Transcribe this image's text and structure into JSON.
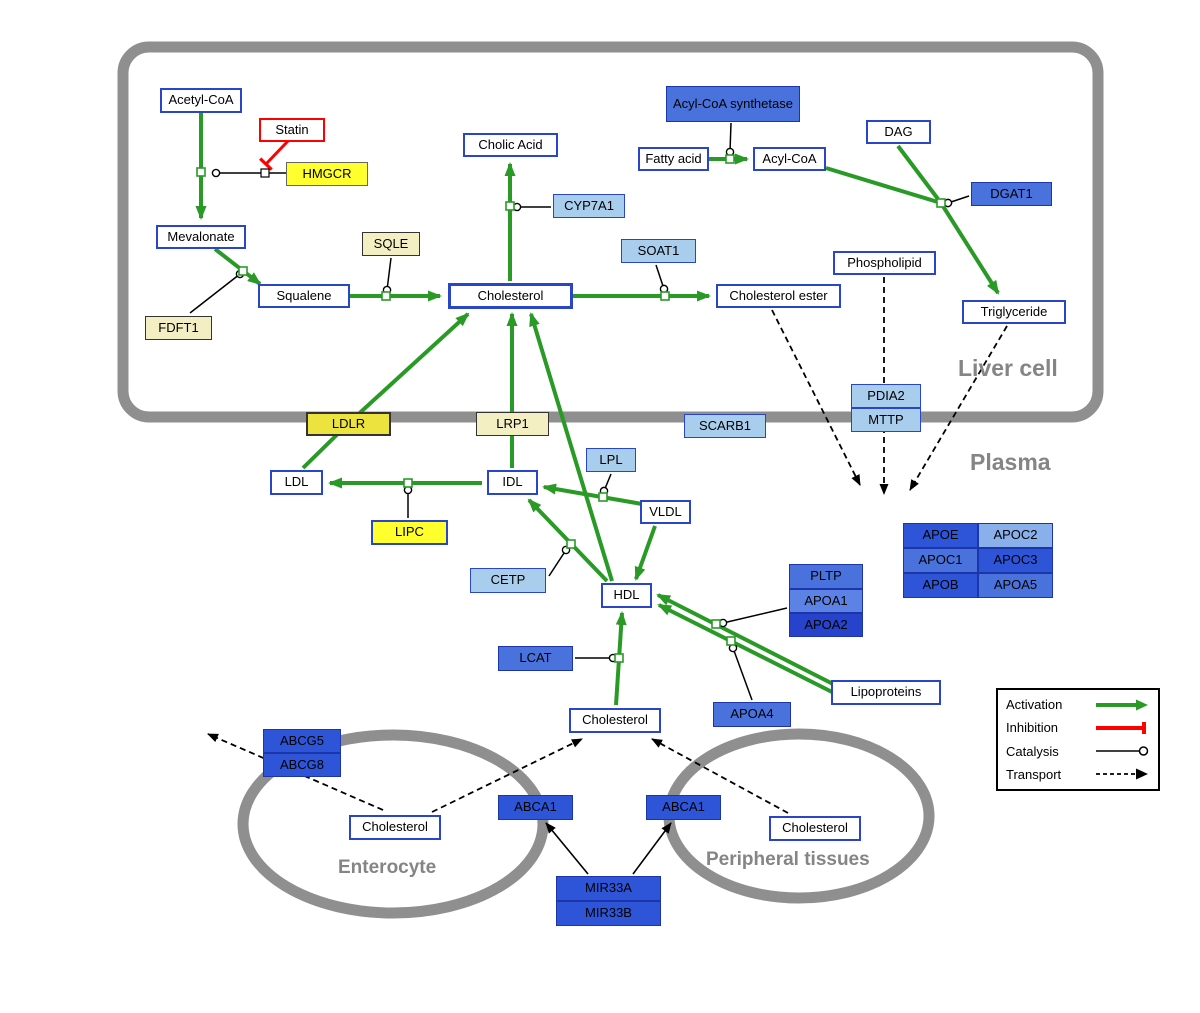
{
  "regions": {
    "liver_cell": "Liver cell",
    "plasma": "Plasma",
    "enterocyte": "Enterocyte",
    "peripheral_tissues": "Peripheral tissues"
  },
  "nodes": {
    "acetyl_coa": "Acetyl-CoA",
    "statin": "Statin",
    "hmgcr": "HMGCR",
    "mevalonate": "Mevalonate",
    "sqle": "SQLE",
    "squalene": "Squalene",
    "fdft1": "FDFT1",
    "cholesterol_liver": "Cholesterol",
    "cholic_acid": "Cholic Acid",
    "cyp7a1": "CYP7A1",
    "soat1": "SOAT1",
    "cholesterol_ester": "Cholesterol ester",
    "acyl_coa_synthetase": "Acyl-CoA synthetase",
    "fatty_acid": "Fatty acid",
    "acyl_coa": "Acyl-CoA",
    "dag": "DAG",
    "dgat1": "DGAT1",
    "phospholipid": "Phospholipid",
    "triglyceride": "Triglyceride",
    "ldlr": "LDLR",
    "lrp1": "LRP1",
    "scarb1": "SCARB1",
    "pdia2": "PDIA2",
    "mttp": "MTTP",
    "ldl": "LDL",
    "idl": "IDL",
    "lpl": "LPL",
    "vldl": "VLDL",
    "lipc": "LIPC",
    "cetp": "CETP",
    "hdl": "HDL",
    "lcat": "LCAT",
    "pltp": "PLTP",
    "apoa1": "APOA1",
    "apoa2": "APOA2",
    "apoa4": "APOA4",
    "lipoproteins": "Lipoproteins",
    "apoe": "APOE",
    "apoc2": "APOC2",
    "apoc1": "APOC1",
    "apoc3": "APOC3",
    "apob": "APOB",
    "apoa5": "APOA5",
    "cholesterol_plasma": "Cholesterol",
    "abcg5": "ABCG5",
    "abcg8": "ABCG8",
    "cholesterol_enterocyte": "Cholesterol",
    "abca1_enterocyte": "ABCA1",
    "abca1_peripheral": "ABCA1",
    "cholesterol_peripheral": "Cholesterol",
    "mir33a": "MIR33A",
    "mir33b": "MIR33B"
  },
  "legend": {
    "activation": "Activation",
    "inhibition": "Inhibition",
    "catalysis": "Catalysis",
    "transport": "Transport"
  },
  "colors": {
    "activation_green": "#2a9a27",
    "inhibition_red": "#ff0000",
    "membrane_gray": "#8f8f8f",
    "metabolite_border_blue": "#2a46c8",
    "protein_blue": "#4a72dd",
    "protein_blue_strong": "#2e55d8",
    "protein_blue_dark": "#2742cb",
    "protein_blue_light": "#a9cdec",
    "enzyme_yellow": "#ffff2e",
    "enzyme_pale_yellow": "#f3efc3"
  }
}
